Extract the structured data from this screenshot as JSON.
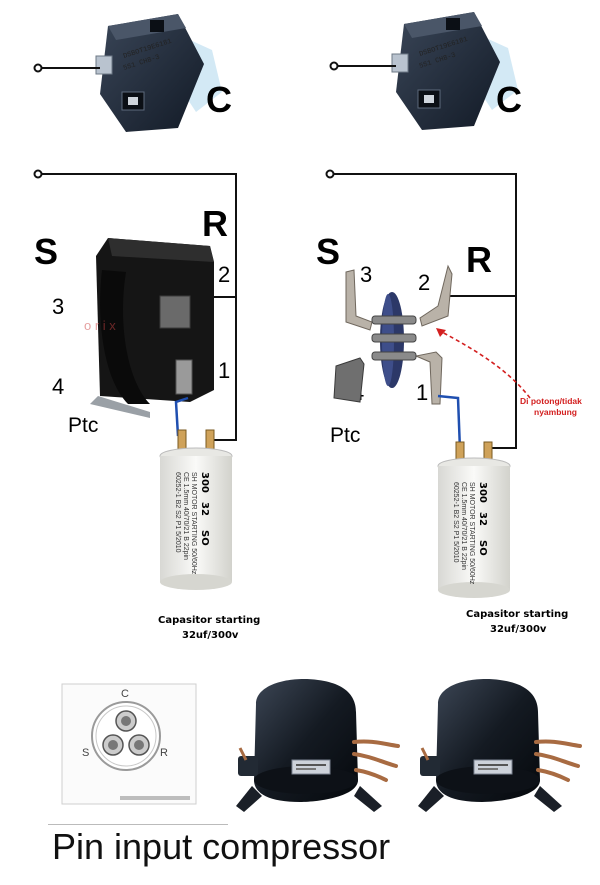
{
  "labels": {
    "c": "C",
    "s": "S",
    "r": "R",
    "pin1": "1",
    "pin2": "2",
    "pin3": "3",
    "pin4": "4",
    "ptc": "Ptc"
  },
  "capacitor": {
    "caption_line1": "Capasitor starting",
    "caption_line2": "32uf/300v",
    "print_voltage": "300",
    "print_uf": "32",
    "print_so": "SO"
  },
  "note": {
    "line1": "Di potong/tidak",
    "line2": "nyambung"
  },
  "terminal_diagram": {
    "c": "C",
    "s": "S",
    "r": "R"
  },
  "footer": {
    "title": "Pin input compressor"
  },
  "colors": {
    "wire": "#111111",
    "blue_wire": "#1f4fb0",
    "note_red": "#d32020",
    "relay_body": "#1f2a3a",
    "capacitor_body": "#f2f2ef",
    "compressor_body": "#141a22"
  }
}
